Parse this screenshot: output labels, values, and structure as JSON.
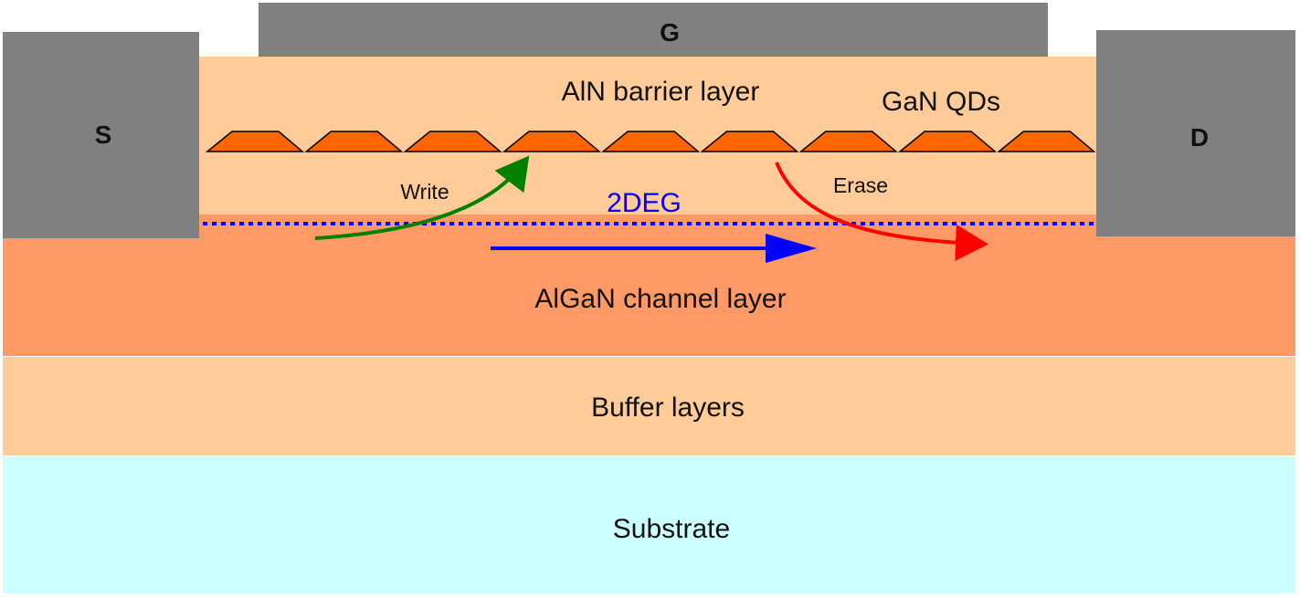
{
  "terminals": {
    "source": "S",
    "gate": "G",
    "drain": "D"
  },
  "layers": {
    "barrier": "AlN barrier layer",
    "channel": "AlGaN channel layer",
    "buffer": "Buffer layers",
    "substrate": "Substrate"
  },
  "labels": {
    "quantum_dots": "GaN QDs",
    "write": "Write",
    "erase": "Erase",
    "two_deg": "2DEG"
  },
  "quantum_dot_count": 9,
  "colors": {
    "contact": "#808080",
    "barrier": "#ffcc99",
    "channel": "#ff9966",
    "buffer": "#ffcc99",
    "substrate": "#ccffff",
    "quantum_dot": "#ff6600",
    "write_arrow": "#008000",
    "erase_arrow": "#ff0000",
    "two_deg": "#0000ff"
  }
}
